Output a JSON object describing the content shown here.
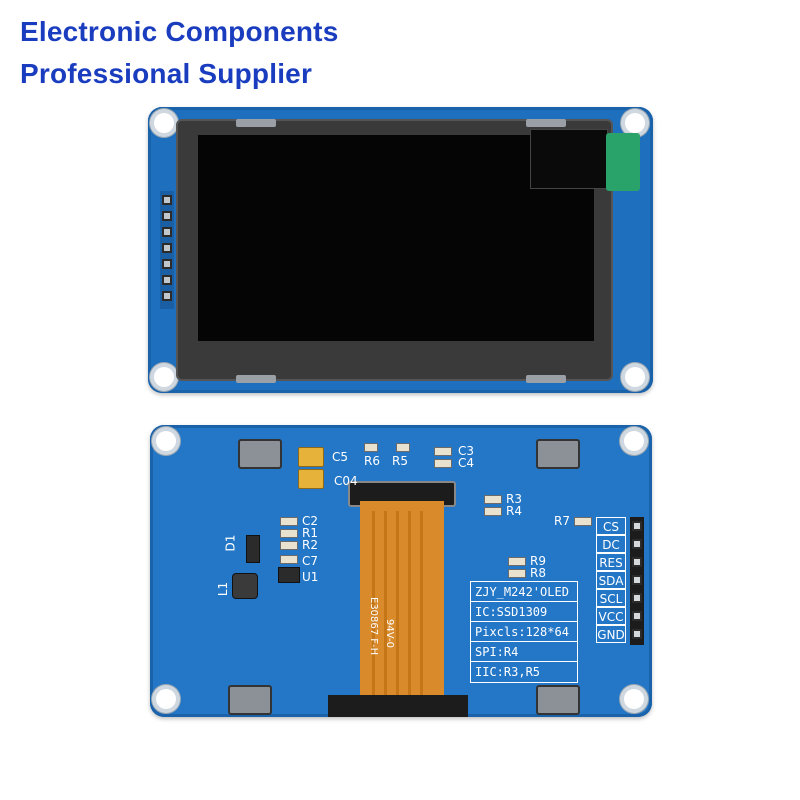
{
  "headline": {
    "line1": "Electronic Components",
    "line2": "Professional Supplier"
  },
  "back_silkscreen": {
    "refs": [
      "C5",
      "R6",
      "R5",
      "C3",
      "C4",
      "C04",
      "R3",
      "R4",
      "C2",
      "R1",
      "R2",
      "C7",
      "U1",
      "D1",
      "L1",
      "R9",
      "R8",
      "R7"
    ],
    "pins": [
      "CS",
      "DC",
      "RES",
      "SDA",
      "SCL",
      "VCC",
      "GND"
    ],
    "info_lines": [
      "ZJY_M242'OLED",
      "IC:SSD1309",
      "Pixcls:128*64",
      "SPI:R4",
      "IIC:R3,R5"
    ]
  },
  "fpc_text": [
    "E30867 F-H",
    "94V-0"
  ],
  "colors": {
    "headline": "#1a3dbf",
    "pcb_blue": "#1f6fbf",
    "fpc_orange": "#d98a2b",
    "screen": "#050505",
    "green_tab": "#2aa36b"
  }
}
